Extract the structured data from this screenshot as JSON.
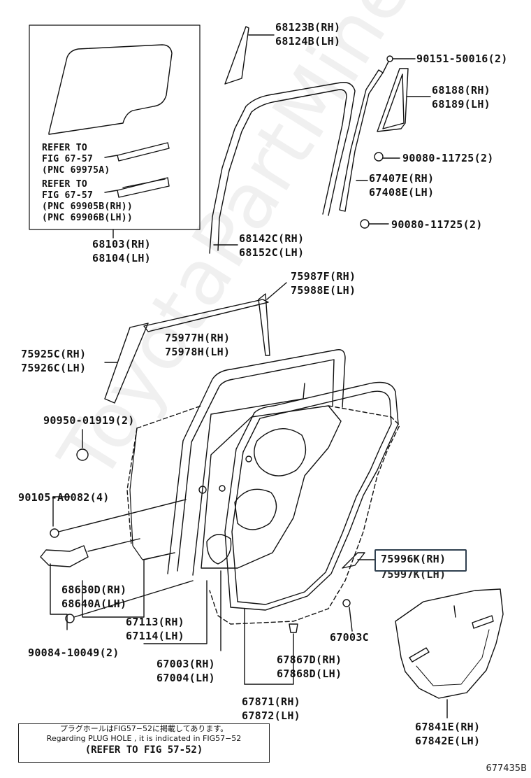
{
  "labels": {
    "l_68123B": "68123B(RH)",
    "l_68124B": "68124B(LH)",
    "l_90151": "90151-50016(2)",
    "l_68188": "68188(RH)",
    "l_68189": "68189(LH)",
    "l_90080a": "90080-11725(2)",
    "l_67407E": "67407E(RH)",
    "l_67408E": "67408E(LH)",
    "l_90080b": "90080-11725(2)",
    "l_68142C": "68142C(RH)",
    "l_68152C": "68152C(LH)",
    "l_68103": "68103(RH)",
    "l_68104": "68104(LH)",
    "ref1_a": "REFER TO",
    "ref1_b": "FIG 67-57",
    "ref1_c": "(PNC 69975A)",
    "ref2_a": "REFER TO",
    "ref2_b": "FIG 67-57",
    "ref2_c": "(PNC 69905B(RH))",
    "ref2_d": "(PNC 69906B(LH))",
    "l_75987F": "75987F(RH)",
    "l_75988E": "75988E(LH)",
    "l_75977H": "75977H(RH)",
    "l_75978H": "75978H(LH)",
    "l_75925C": "75925C(RH)",
    "l_75926C": "75926C(LH)",
    "l_90950": "90950-01919(2)",
    "l_90105": "90105-A0082(4)",
    "l_68630D": "68630D(RH)",
    "l_68640A": "68640A(LH)",
    "l_90084": "90084-10049(2)",
    "l_67113": "67113(RH)",
    "l_67114": "67114(LH)",
    "l_67003": "67003(RH)",
    "l_67004": "67004(LH)",
    "l_75996K": "75996K(RH)",
    "l_75997K": "75997K(LH)",
    "l_67003C": "67003C",
    "l_67867D": "67867D(RH)",
    "l_67868D": "67868D(LH)",
    "l_67871": "67871(RH)",
    "l_67872": "67872(LH)",
    "l_67841E": "67841E(RH)",
    "l_67842E": "67842E(LH)"
  },
  "note": {
    "line1": "プラグホールはFIG57−52に掲載してあります。",
    "line2": "Regarding PLUG HOLE , it is indicated in FIG57−52",
    "line3": "(REFER TO FIG 57-52)"
  },
  "watermark": "ToyotaPartMine.ru",
  "reference_number": "677435B",
  "colors": {
    "line": "#111111",
    "highlight": "#2f3f4f"
  }
}
